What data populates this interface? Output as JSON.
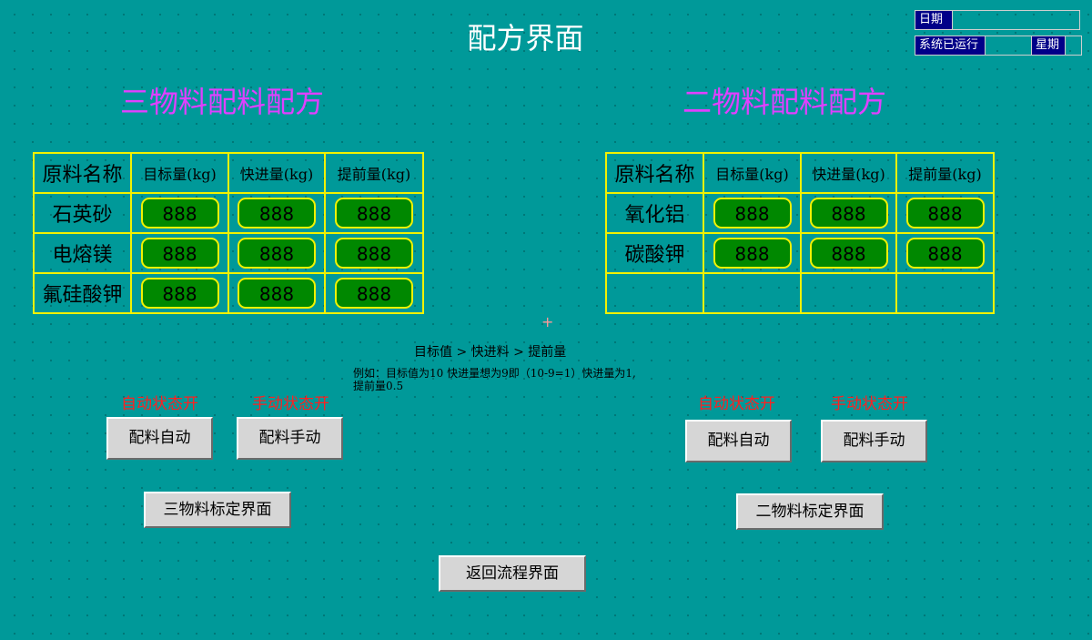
{
  "header": {
    "title": "配方界面",
    "date_label": "日期",
    "date_value": "",
    "runtime_label": "系统已运行",
    "runtime_value": "",
    "weekday_label": "星期",
    "weekday_value": ""
  },
  "three_material": {
    "title": "三物料配料配方",
    "headers": [
      "原料名称",
      "目标量(kg)",
      "快进量(kg)",
      "提前量(kg)"
    ],
    "rows": [
      {
        "name": "石英砂",
        "target": "888",
        "fast": "888",
        "advance": "888"
      },
      {
        "name": "电熔镁",
        "target": "888",
        "fast": "888",
        "advance": "888"
      },
      {
        "name": "氟硅酸钾",
        "target": "888",
        "fast": "888",
        "advance": "888"
      }
    ],
    "auto_status": "自动状态开",
    "manual_status": "手动状态开",
    "auto_button": "配料自动",
    "manual_button": "配料手动",
    "calibration_button": "三物料标定界面"
  },
  "two_material": {
    "title": "二物料配料配方",
    "headers": [
      "原料名称",
      "目标量(kg)",
      "快进量(kg)",
      "提前量(kg)"
    ],
    "rows": [
      {
        "name": "氧化铝",
        "target": "888",
        "fast": "888",
        "advance": "888"
      },
      {
        "name": "碳酸钾",
        "target": "888",
        "fast": "888",
        "advance": "888"
      }
    ],
    "auto_status": "自动状态开",
    "manual_status": "手动状态开",
    "auto_button": "配料自动",
    "manual_button": "配料手动",
    "calibration_button": "二物料标定界面"
  },
  "notes": {
    "rule": "目标值 > 快进料 > 提前量",
    "example_line1": "例如：目标值为10 快进量想为9即（10-9=1）快进量为1,",
    "example_line2": "提前量0.5"
  },
  "footer": {
    "return_button": "返回流程界面"
  },
  "icons": {
    "crosshair": "+"
  },
  "colors": {
    "background": "#009999",
    "section_title": "#e040ff",
    "table_border": "#f2f200",
    "value_box": "#008800",
    "status_text": "#ff2020",
    "info_label_bg": "#000088"
  }
}
